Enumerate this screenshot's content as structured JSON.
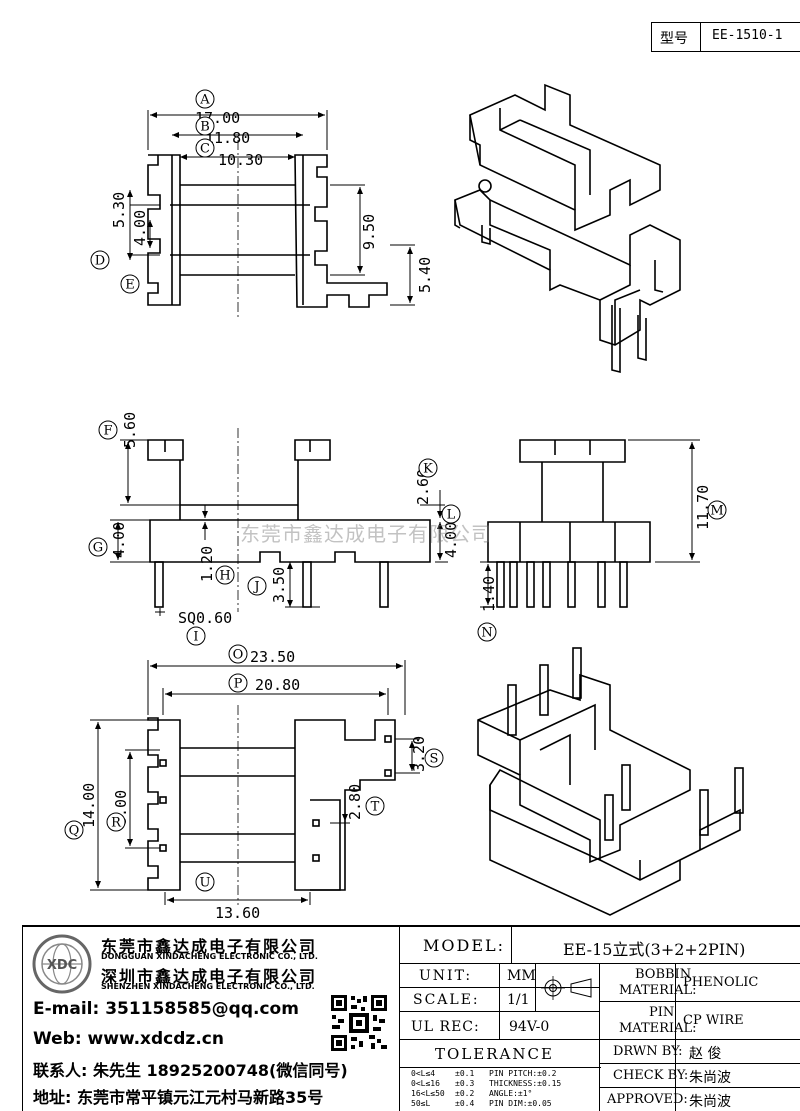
{
  "header": {
    "type_label": "型号",
    "model_code": "EE-1510-1"
  },
  "dimensions": {
    "top_view": {
      "A": "17.00",
      "B": "11.80",
      "C": "10.30",
      "D": "5.30",
      "E": "4.00",
      "height": "9.50",
      "right": "5.40"
    },
    "side_view": {
      "F": "5.60",
      "G": "4.00",
      "H": "1.20",
      "I": "SQ0.60",
      "J": "3.50",
      "K": "2.60",
      "L": "4.00",
      "M": "11.70",
      "N": "1.40"
    },
    "bottom_view": {
      "O": "23.50",
      "P": "20.80",
      "Q": "14.00",
      "R": "8.00",
      "S": "3.20",
      "T": "2.80",
      "U": "13.60"
    }
  },
  "balloons": [
    "A",
    "B",
    "C",
    "D",
    "E",
    "F",
    "G",
    "H",
    "I",
    "J",
    "K",
    "L",
    "M",
    "N",
    "O",
    "P",
    "Q",
    "R",
    "S",
    "T",
    "U"
  ],
  "watermark": "东莞市鑫达成电子有限公司",
  "company": {
    "name_cn_1": "东莞市鑫达成电子有限公司",
    "name_en_1": "DONGGUAN XINDACHENG ELECTRONIC CO., LTD.",
    "name_cn_2": "深圳市鑫达成电子有限公司",
    "name_en_2": "SHENZHEN XINDACHENG ELECTRONIC CO., LTD.",
    "logo_text": "XDC"
  },
  "contact": {
    "email": "E-mail: 351158585@qq.com",
    "web": "Web: www.xdcdz.cn",
    "person": "联系人: 朱先生 18925200748(微信同号)",
    "address": "地址: 东莞市常平镇元江元村马新路35号"
  },
  "title_block": {
    "model_label": "MODEL:",
    "model_value": "EE-15立式(3+2+2PIN)",
    "unit_label": "UNIT:",
    "unit_value": "MM",
    "scale_label": "SCALE:",
    "scale_value": "1/1",
    "ul_label": "UL REC:",
    "ul_value": "94V-0",
    "tolerance_label": "TOLERANCE",
    "tol_rows": [
      {
        "range": "0<L≤4",
        "tol": "±0.1",
        "item": "PIN PITCH:±0.2"
      },
      {
        "range": "0<L≤16",
        "tol": "±0.3",
        "item": "THICKNESS:±0.15"
      },
      {
        "range": "16<L≤50",
        "tol": "±0.2",
        "item": "ANGLE:±1°"
      },
      {
        "range": "50≤L",
        "tol": "±0.4",
        "item": "PIN DIM:±0.05"
      }
    ],
    "bobbin_label_1": "BOBBIN",
    "bobbin_label_2": "MATERIAL:",
    "bobbin_value": "PHENOLIC",
    "pin_label_1": "PIN",
    "pin_label_2": "MATERIAL:",
    "pin_value": "CP WIRE",
    "drawn_label": "DRWN BY:",
    "drawn_value": "赵 俊",
    "check_label": "CHECK BY:",
    "check_value": "朱尚波",
    "approved_label": "APPROVED:",
    "approved_value": "朱尚波"
  }
}
